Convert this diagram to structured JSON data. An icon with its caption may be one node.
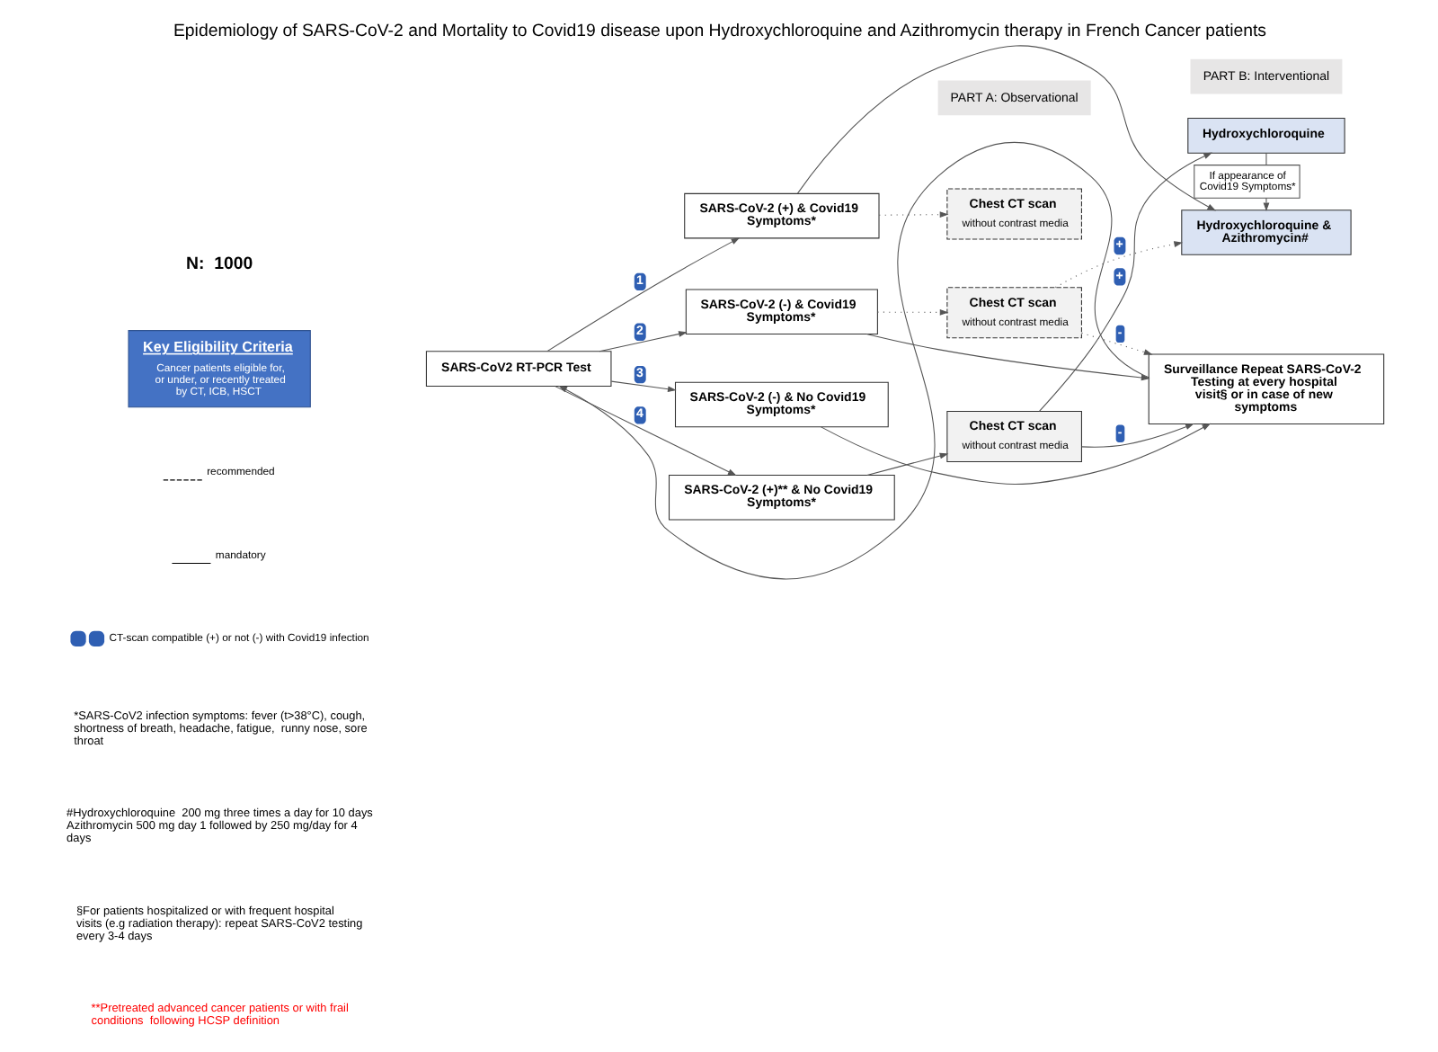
{
  "diagram": {
    "title": "Epidemiology of SARS-CoV-2 and Mortality to Covid19 disease upon Hydroxychloroquine and Azithromycin therapy in French Cancer patients",
    "nodes": [
      {
        "text": [
          "Key Eligibility Criteria",
          "Cancer patients eligible for, or under, or recently treated by CT, ICB, HSCT"
        ],
        "beside": [
          "N:  1000"
        ]
      },
      {
        "text": [
          "SARS-CoV2 RT-PCR Test"
        ]
      },
      {
        "text": [
          "SARS-CoV-2 (+) & Covid19 Symptoms*"
        ]
      },
      {
        "text": [
          "Chest CT scan",
          "without contrast media"
        ]
      },
      {
        "text": [
          "Hydroxychloroquine & Azithromycin#"
        ]
      },
      {
        "text": [
          "SARS-CoV-2 (-) & Covid19 Symptoms*"
        ]
      },
      {
        "text": [
          "Chest CT scan",
          "without contrast media"
        ]
      },
      {
        "text": [
          "Surveillance Repeat SARS-CoV-2 Testing at every hospital visit§ or in case of new symptoms"
        ]
      },
      {
        "text": [
          "SARS-CoV-2 (-) & No Covid19 Symptoms*"
        ]
      },
      {
        "text": [
          "SARS-CoV-2 (+)** & No Covid19 Symptoms*"
        ]
      },
      {
        "text": [
          "Chest CT scan",
          "without contrast media"
        ]
      },
      {
        "text": [
          "Hydroxychloroquine"
        ]
      }
    ],
    "edges": [
      {
        "from": 1,
        "to": 2,
        "arrow": "to",
        "label": "1"
      },
      {
        "from": 1,
        "to": 5,
        "arrow": "to",
        "label": "2"
      },
      {
        "from": 1,
        "to": 8,
        "arrow": "to",
        "label": "3"
      },
      {
        "from": 1,
        "to": 9,
        "arrow": "to",
        "label": "4"
      },
      {
        "from": 2,
        "to": 3,
        "arrow": "to",
        "style": "dashed"
      },
      {
        "from": 2,
        "to": 4,
        "arrow": "to"
      },
      {
        "from": 5,
        "to": 6,
        "arrow": "to",
        "style": "dashed"
      },
      {
        "from": 5,
        "to": 7,
        "arrow": "to"
      },
      {
        "from": 6,
        "to": 4,
        "arrow": "to",
        "style": "dashed",
        "label": "+"
      },
      {
        "from": 6,
        "to": 7,
        "arrow": "to",
        "style": "dashed",
        "label": "-"
      },
      {
        "from": 7,
        "to": 1,
        "arrow": "to"
      },
      {
        "from": 8,
        "to": 7,
        "arrow": "to"
      },
      {
        "from": 9,
        "to": 10,
        "arrow": "to"
      },
      {
        "from": 10,
        "to": 7,
        "arrow": "to",
        "label": "-"
      },
      {
        "from": 10,
        "to": 11,
        "arrow": "to",
        "label": "+"
      },
      {
        "from": 11,
        "to": 4,
        "arrow": "to",
        "label": "If appearance of Covid19 Symptoms*"
      }
    ],
    "labels": [
      "PART A: Observational",
      "PART B: Interventional",
      "*SARS-CoV2 infection symptoms: fever (t>38°C), cough, shortness of breath, headache, fatigue,  runny nose, sore throat",
      "#Hydroxychloroquine  200 mg three times a day for 10 days  Azithromycin 500 mg day 1 followed by 250 mg/day for 4 days",
      "§For patients hospitalized or with frequent hospital visits (e.g radiation therapy): repeat SARS-CoV2 testing every 3-4 days",
      "**Pretreated advanced cancer patients or with frail conditions  following HCSP definition"
    ],
    "legend": [
      {
        "text": "recommended"
      },
      {
        "text": "mandatory"
      },
      {
        "text": "CT-scan compatible (+) or not (-) with Covid19 infection"
      }
    ]
  }
}
